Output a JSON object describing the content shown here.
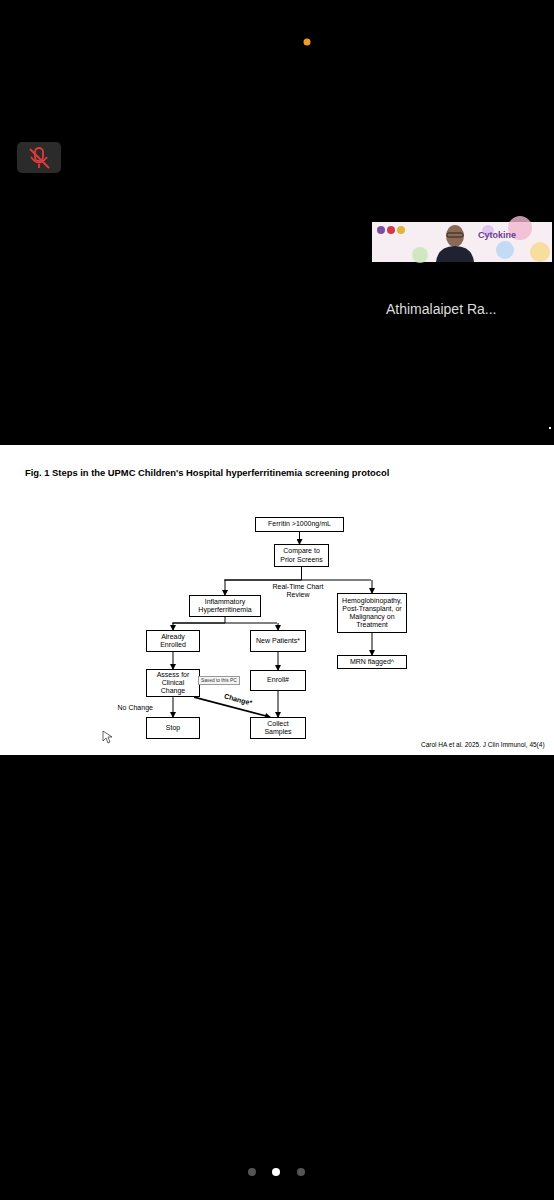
{
  "diagram": {
    "title": "Fig. 1 Steps in the UPMC Children's Hospital hyperferritinemia screening protocol",
    "nodes": [
      {
        "text": [
          "Ferritin >1000ng/mL"
        ]
      },
      {
        "text": [
          "Compare to Prior Screens"
        ]
      },
      {
        "text": [
          "Inflammatory Hyperferritinemia"
        ]
      },
      {
        "text": [
          "Hemoglobinopathy, Post-Transplant, or Malignancy on Treatment"
        ]
      },
      {
        "text": [
          "Already Enrolled"
        ]
      },
      {
        "text": [
          "New Patients*"
        ]
      },
      {
        "text": [
          "MRN flagged^"
        ]
      },
      {
        "text": [
          "Assess for Clinical Change"
        ]
      },
      {
        "text": [
          "Enroll#"
        ]
      },
      {
        "text": [
          "Stop"
        ]
      },
      {
        "text": [
          "Collect Samples"
        ]
      }
    ],
    "edges": [
      {
        "from": 0,
        "to": 1,
        "arrow": "to"
      },
      {
        "from": 1,
        "to": 2,
        "arrow": "to"
      },
      {
        "from": 1,
        "to": 3,
        "arrow": "to"
      },
      {
        "from": 2,
        "to": 4,
        "arrow": "to"
      },
      {
        "from": 2,
        "to": 5,
        "arrow": "to"
      },
      {
        "from": 3,
        "to": 6,
        "arrow": "to"
      },
      {
        "from": 4,
        "to": 7,
        "arrow": "to"
      },
      {
        "from": 5,
        "to": 8,
        "arrow": "to"
      },
      {
        "from": 7,
        "to": 9,
        "label": "No Change",
        "arrow": "to"
      },
      {
        "from": 7,
        "to": 10,
        "label": "Change*",
        "arrow": "to"
      },
      {
        "from": 8,
        "to": 10,
        "arrow": "to"
      }
    ],
    "labels": [
      "Real-Time Chart Review",
      "Saved to this PC",
      "Carol HA et al. 2025. J Clin Immunol, 45(4)",
      "Athimalaipet Ra...",
      "Cytokine"
    ]
  }
}
